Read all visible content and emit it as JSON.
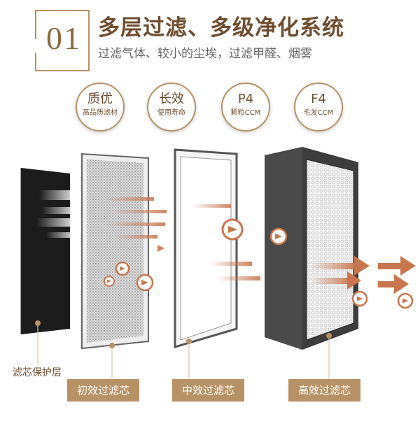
{
  "header": {
    "number": "01",
    "title": "多层过滤、多级净化系统",
    "subtitle": "过滤气体、较小的尘埃，过滤甲醛、烟雾"
  },
  "features": [
    {
      "main": "质优",
      "sub": "高品质滤材"
    },
    {
      "main": "长效",
      "sub": "使用寿命"
    },
    {
      "main": "P4",
      "sub": "颗粒CCM"
    },
    {
      "main": "F4",
      "sub": "毛发CCM"
    }
  ],
  "labels": {
    "protective_layer": "滤芯保护层",
    "primary_filter": "初效过滤芯",
    "medium_filter": "中效过滤芯",
    "hepa_filter": "高效过滤芯"
  },
  "colors": {
    "accent": "#b79266",
    "title_brown": "#6e4d2e",
    "arrow": "#c8764e",
    "frame_dark": "#3d3d3d"
  }
}
